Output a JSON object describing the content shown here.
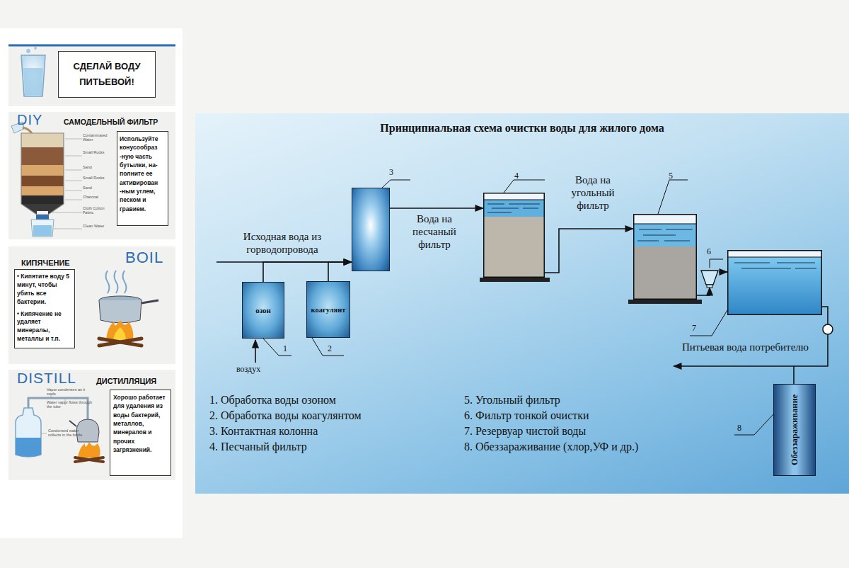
{
  "diagram": {
    "title": "Принципиальная схема очистки воды для жилого дома",
    "nodes": [
      {
        "text": [
          "СДЕЛАЙ ВОДУ ПИТЬЕВОЙ!"
        ]
      },
      {
        "text": [
          "DIY",
          "САМОДЕЛЬНЫЙ ФИЛЬТР"
        ]
      },
      {
        "text": [
          "Используйте конусообраз -ную часть бутылки, на- полните ее активирован -ным углем, песком и гравием."
        ],
        "in": 1
      },
      {
        "text": [
          "КИПЯЧЕНИЕ",
          "BOIL"
        ]
      },
      {
        "text": [
          "• Кипятите воду 5 минут, чтобы убить все бактерии.",
          "• Кипячение не удаляет минералы, металлы и т.п."
        ],
        "in": 3
      },
      {
        "text": [
          "DISTILL",
          "ДИСТИЛЛЯЦИЯ"
        ]
      },
      {
        "text": [
          "Хорошо работает для удаления из воды бактерий, металлов, минералов и прочих загрязнений."
        ],
        "in": 5
      },
      {
        "text": [
          "озон"
        ]
      },
      {
        "text": [
          "коагулянт"
        ]
      },
      {
        "text": [
          "3"
        ]
      },
      {
        "text": [
          "4"
        ]
      },
      {
        "text": [
          "5"
        ]
      },
      {
        "text": [
          "6"
        ]
      },
      {
        "text": [
          "7"
        ]
      },
      {
        "text": [
          "Обеззараживание"
        ]
      }
    ],
    "edges": [
      {
        "from": 7,
        "to": 9,
        "arrow": "to"
      },
      {
        "from": 8,
        "to": 9,
        "arrow": "to"
      },
      {
        "from": 9,
        "to": 10,
        "label": "Вода на песчаный фильтр",
        "arrow": "to"
      },
      {
        "from": 10,
        "to": 11,
        "label": "Вода на угольный фильтр",
        "arrow": "to"
      },
      {
        "from": 11,
        "to": 12,
        "arrow": "to"
      },
      {
        "from": 12,
        "to": 13,
        "arrow": "to"
      }
    ],
    "labels": [
      "Исходная вода из горводопровода",
      "воздух",
      "1",
      "2",
      "8",
      "Питьевая вода потребителю",
      "1. Обработка воды озоном",
      "2. Обработка воды коагулянтом",
      "3. Контактная колонна",
      "4. Песчаный фильтр",
      "5. Угольный фильтр",
      "6. Фильтр тонкой очистки",
      "7. Резервуар чистой воды",
      "8. Обеззараживание (хлор,УФ и др.)",
      "Contaminated Water",
      "Small Rocks",
      "Sand",
      "Small Rocks",
      "Sand",
      "Charcoal",
      "Cloth Cotton Fabric",
      "Clean Water",
      "Vapor condenses as it cools",
      "Water vapor flows through the tube",
      "Condensed water collects in the bottle"
    ]
  }
}
